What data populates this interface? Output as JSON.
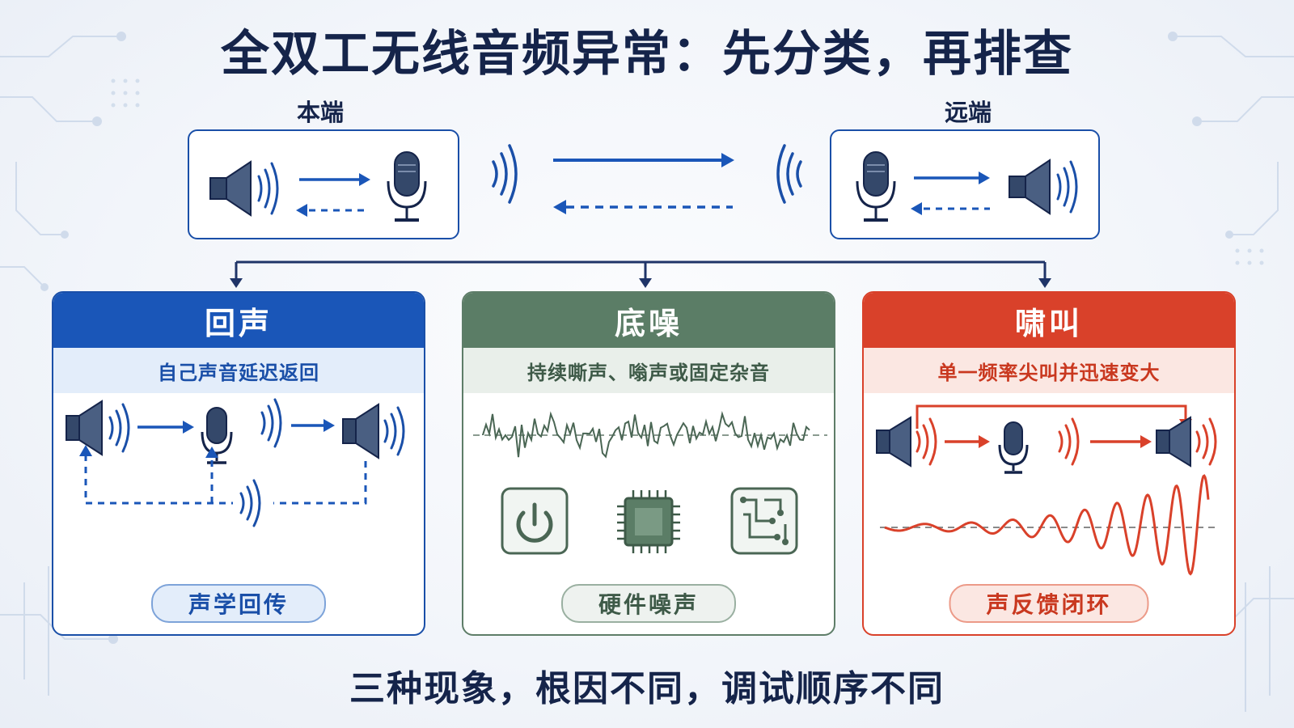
{
  "title": "全双工无线音频异常：先分类，再排查",
  "near_end": {
    "label": "本端"
  },
  "far_end": {
    "label": "远端"
  },
  "categories": [
    {
      "name": "回声",
      "description": "自己声音延迟返回",
      "cause": "声学回传",
      "color": "#1a56b8"
    },
    {
      "name": "底噪",
      "description": "持续嘶声、嗡声或固定杂音",
      "cause": "硬件噪声",
      "color": "#5b7d66"
    },
    {
      "name": "啸叫",
      "description": "单一频率尖叫并迅速变大",
      "cause": "声反馈闭环",
      "color": "#d9412a"
    }
  ],
  "footer": "三种现象，根因不同，调试顺序不同",
  "icons": [
    "speaker-icon",
    "microphone-icon",
    "sound-wave-icon",
    "power-icon",
    "chip-icon",
    "circuit-board-icon",
    "noise-waveform",
    "feedback-waveform"
  ]
}
